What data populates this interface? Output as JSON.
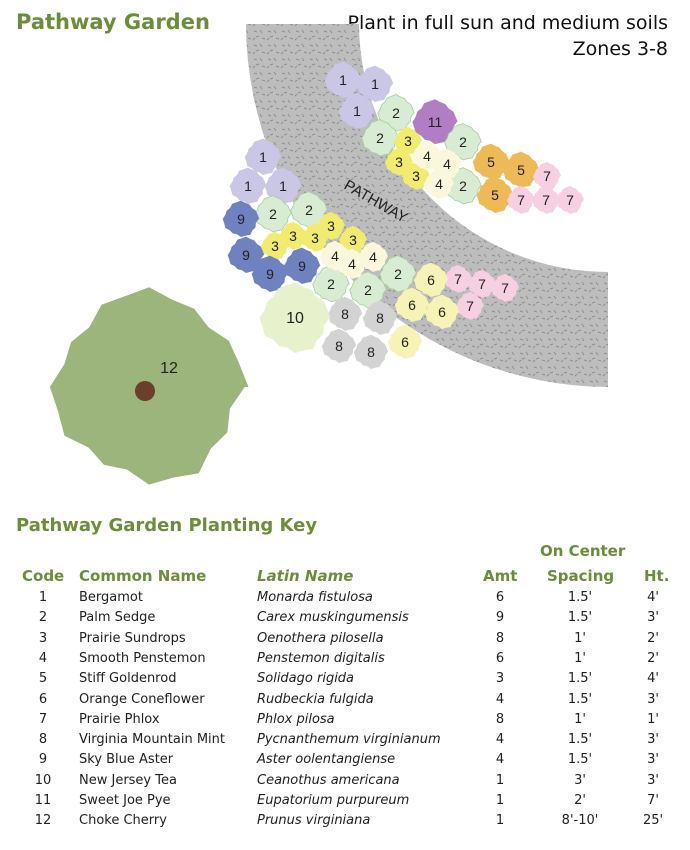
{
  "title": "Pathway Garden",
  "subtitle_line1": "Plant in full sun and medium soils",
  "subtitle_line2": "Zones 3-8",
  "path_label": "PATHWAY",
  "key": {
    "title": "Pathway Garden Planting Key",
    "header_on_center": "On Center",
    "columns": {
      "code": "Code",
      "common": "Common Name",
      "latin": "Latin Name",
      "amt": "Amt",
      "spacing": "Spacing",
      "ht": "Ht."
    },
    "rows": [
      {
        "code": "1",
        "common": "Bergamot",
        "latin": "Monarda fistulosa",
        "amt": "6",
        "spacing": "1.5'",
        "ht": "4'"
      },
      {
        "code": "2",
        "common": "Palm Sedge",
        "latin": "Carex muskingumensis",
        "amt": "9",
        "spacing": "1.5'",
        "ht": "3'"
      },
      {
        "code": "3",
        "common": "Prairie Sundrops",
        "latin": "Oenothera pilosella",
        "amt": "8",
        "spacing": "1'",
        "ht": "2'"
      },
      {
        "code": "4",
        "common": "Smooth Penstemon",
        "latin": "Penstemon digitalis",
        "amt": "6",
        "spacing": "1'",
        "ht": "2'"
      },
      {
        "code": "5",
        "common": "Stiff Goldenrod",
        "latin": "Solidago rigida",
        "amt": "3",
        "spacing": "1.5'",
        "ht": "4'"
      },
      {
        "code": "6",
        "common": "Orange Coneflower",
        "latin": "Rudbeckia fulgida",
        "amt": "4",
        "spacing": "1.5'",
        "ht": "3'"
      },
      {
        "code": "7",
        "common": "Prairie Phlox",
        "latin": "Phlox pilosa",
        "amt": "8",
        "spacing": "1'",
        "ht": "1'"
      },
      {
        "code": "8",
        "common": "Virginia Mountain Mint",
        "latin": "Pycnanthemum virginianum",
        "amt": "4",
        "spacing": "1.5'",
        "ht": "3'"
      },
      {
        "code": "9",
        "common": "Sky Blue Aster",
        "latin": "Aster oolentangiense",
        "amt": "4",
        "spacing": "1.5'",
        "ht": "3'"
      },
      {
        "code": "10",
        "common": "New Jersey Tea",
        "latin": "Ceanothus americana",
        "amt": "1",
        "spacing": "3'",
        "ht": "3'"
      },
      {
        "code": "11",
        "common": "Sweet Joe Pye",
        "latin": "Eupatorium purpureum",
        "amt": "1",
        "spacing": "2'",
        "ht": "7'"
      },
      {
        "code": "12",
        "common": "Choke Cherry",
        "latin": "Prunus virginiana",
        "amt": "1",
        "spacing": "8'-10'",
        "ht": "25'"
      }
    ]
  },
  "plant_colors": {
    "1": "#c9c6e6",
    "2": "#d7ecd2",
    "3": "#f2ec6e",
    "4": "#fbf7dd",
    "5": "#eeba58",
    "6": "#f7f3b6",
    "7": "#f6cfe3",
    "8": "#d3d3d3",
    "9": "#6f82bf",
    "10": "#e7f1cc",
    "11": "#b27ec3",
    "12": "#9bb57c"
  },
  "path_color": "#bdbdbd",
  "plants": [
    {
      "code": "1"
    },
    {
      "code": "1"
    },
    {
      "code": "1"
    },
    {
      "code": "1"
    },
    {
      "code": "1"
    },
    {
      "code": "1"
    },
    {
      "code": "11"
    },
    {
      "code": "2"
    },
    {
      "code": "2"
    },
    {
      "code": "2"
    },
    {
      "code": "2"
    },
    {
      "code": "2"
    },
    {
      "code": "2"
    },
    {
      "code": "2"
    },
    {
      "code": "2"
    },
    {
      "code": "2"
    },
    {
      "code": "3"
    },
    {
      "code": "3"
    },
    {
      "code": "3"
    },
    {
      "code": "3"
    },
    {
      "code": "3"
    },
    {
      "code": "3"
    },
    {
      "code": "3"
    },
    {
      "code": "3"
    },
    {
      "code": "4"
    },
    {
      "code": "4"
    },
    {
      "code": "4"
    },
    {
      "code": "4"
    },
    {
      "code": "4"
    },
    {
      "code": "4"
    },
    {
      "code": "5"
    },
    {
      "code": "5"
    },
    {
      "code": "5"
    },
    {
      "code": "7"
    },
    {
      "code": "7"
    },
    {
      "code": "7"
    },
    {
      "code": "7"
    },
    {
      "code": "7"
    },
    {
      "code": "7"
    },
    {
      "code": "7"
    },
    {
      "code": "7"
    },
    {
      "code": "9"
    },
    {
      "code": "9"
    },
    {
      "code": "9"
    },
    {
      "code": "9"
    },
    {
      "code": "6"
    },
    {
      "code": "6"
    },
    {
      "code": "6"
    },
    {
      "code": "6"
    },
    {
      "code": "8"
    },
    {
      "code": "8"
    },
    {
      "code": "8"
    },
    {
      "code": "8"
    },
    {
      "code": "10"
    },
    {
      "code": "12"
    }
  ]
}
